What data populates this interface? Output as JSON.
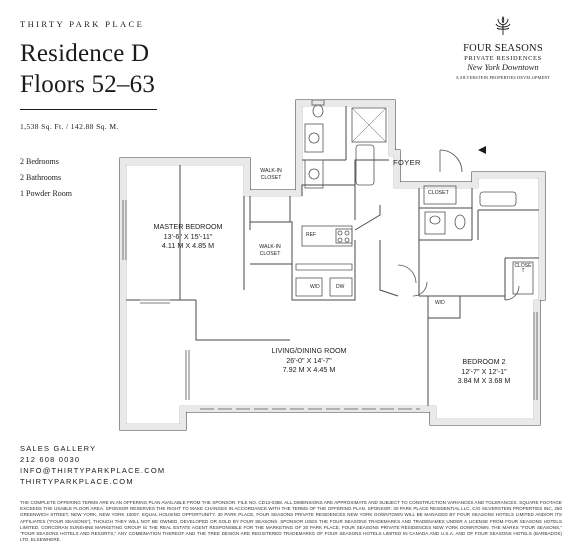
{
  "brand": "THIRTY PARK PLACE",
  "title_line1": "Residence D",
  "title_line2": "Floors 52–63",
  "area": "1,538 Sq. Ft. / 142.88 Sq. M.",
  "rooms": [
    "2 Bedrooms",
    "2 Bathrooms",
    "1 Powder Room"
  ],
  "logo": {
    "line1": "FOUR SEASONS",
    "line2": "PRIVATE RESIDENCES",
    "line3": "New York Downtown",
    "line4": "A SILVERSTEIN PROPERTIES DEVELOPMENT",
    "icon": "tree-icon"
  },
  "plan": {
    "foyer": "FOYER",
    "walkin1": [
      "WALK-IN",
      "CLOSET"
    ],
    "walkin2": [
      "WALK-IN",
      "CLOSET"
    ],
    "closet1": "CLOSET",
    "closet2": "CLOSET",
    "ref": "REF",
    "wd": "W/D",
    "dw": "DW",
    "wd2": "W/D",
    "master": {
      "name": "MASTER BEDROOM",
      "imperial": "13'-6\" X 15'-11\"",
      "metric": "4.11 M X 4.85 M"
    },
    "living": {
      "name": "LIVING/DINING ROOM",
      "imperial": "26'-0\" X 14'-7\"",
      "metric": "7.92 M X 4.45 M"
    },
    "bedroom2": {
      "name": "BEDROOM 2",
      "imperial": "12'-7\" X 12'-1\"",
      "metric": "3.84 M X 3.68 M"
    }
  },
  "sales": {
    "heading": "SALES GALLERY",
    "phone": "212 608 0030",
    "email": "INFO@THIRTYPARKPLACE.COM",
    "web": "THIRTYPARKPLACE.COM"
  },
  "legal": "THE COMPLETE OFFERING TERMS ARE IN AN OFFERING PLAN AVAILABLE FROM THE SPONSOR. FILE NO. CD13-0358. ALL DIMENSIONS ARE APPROXIMATE AND SUBJECT TO CONSTRUCTION VARIANCES AND TOLERANCES. SQUARE FOOTAGE EXCEEDS THE USABLE FLOOR AREA. SPONSOR RESERVES THE RIGHT TO MAKE CHANGES IN ACCORDANCE WITH THE TERMS OF THE OFFERING PLAN. SPONSOR: 30 PARK PLACE RESIDENTIAL LLC, C/O SILVERSTEIN PROPERTIES INC, 250 GREENWICH STREET, NEW YORK, NEW YORK 10007. EQUAL HOUSING OPPORTUNITY. 30 PARK PLACE, FOUR SEASONS PRIVATE RESIDENCES NEW YORK DOWNTOWN WILL BE MANAGED BY FOUR SEASONS HOTELS LIMITED AND/OR ITS AFFILIATES (\"FOUR SEASONS\"), THOUGH THEY WILL NOT BE OWNED, DEVELOPED OR SOLD BY FOUR SEASONS. SPONSOR USES THE FOUR SEASONS TRADEMARKS AND TRADENAMES UNDER A LICENSE FROM FOUR SEASONS HOTELS LIMITED. CORCORAN SUNSHINE MARKETING GROUP IS THE REAL ESTATE AGENT RESPONSIBLE FOR THE MARKETING OF 30 PARK PLACE, FOUR SEASONS PRIVATE RESIDENCES NEW YORK DOWNTOWN. THE MARKS \"FOUR SEASONS,\" \"FOUR SEASONS HOTELS AND RESORTS,\" ANY COMBINATION THEREOF AND THE TREE DESIGN ARE REGISTERED TRADEMARKS OF FOUR SEASONS HOTELS LIMITED IN CANADA AND U.S.A. AND OF FOUR SEASONS HOTELS (BARBADOS) LTD. ELSEWHERE."
}
